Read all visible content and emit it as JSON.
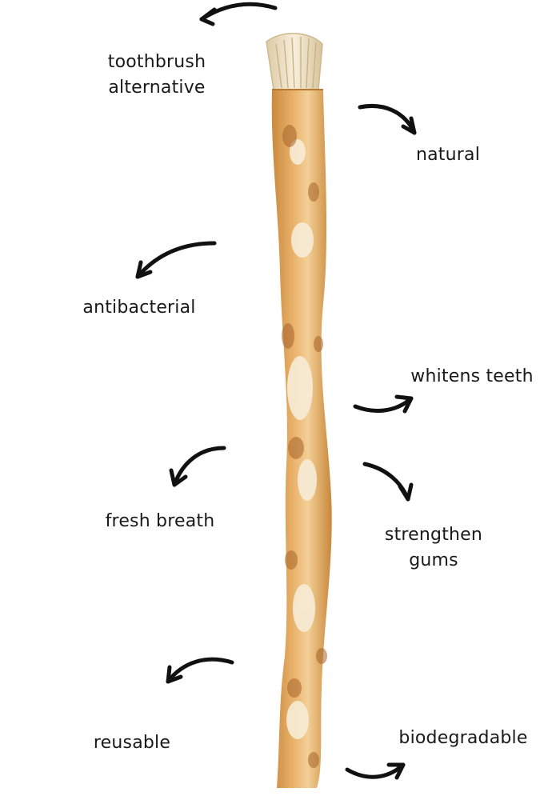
{
  "product": {
    "name_icon": "miswak-stick-icon",
    "bristle_color": "#efe3c8",
    "bark_color": "#d89a4c",
    "pith_color": "#f6ead2"
  },
  "labels": {
    "toothbrush": [
      "toothbrush",
      "alternative"
    ],
    "natural": "natural",
    "antibacterial": "antibacterial",
    "whitens": "whitens teeth",
    "fresh": "fresh breath",
    "strengthen": [
      "strengthen",
      "gums"
    ],
    "reusable": "reusable",
    "biodegradable": "biodegradable"
  },
  "colors": {
    "text": "#1a1a1a",
    "arrow": "#111111",
    "background": "#ffffff"
  }
}
